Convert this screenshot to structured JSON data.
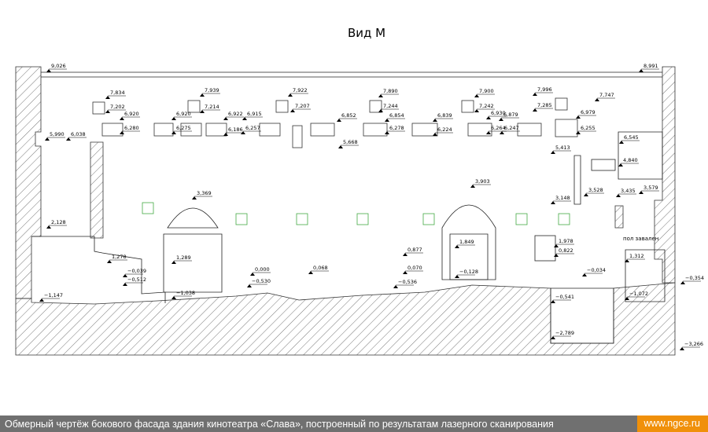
{
  "title": "Вид М",
  "marks": [
    {
      "t": "9,026"
    },
    {
      "t": "8,991"
    },
    {
      "t": "7,834"
    },
    {
      "t": "7,202"
    },
    {
      "t": "6,920"
    },
    {
      "t": "6,280"
    },
    {
      "t": "7,939"
    },
    {
      "t": "7,214"
    },
    {
      "t": "6,920"
    },
    {
      "t": "6,275"
    },
    {
      "t": "6,922"
    },
    {
      "t": "6,186"
    },
    {
      "t": "6,915"
    },
    {
      "t": "6,257"
    },
    {
      "t": "7,922"
    },
    {
      "t": "7,207"
    },
    {
      "t": "6,852"
    },
    {
      "t": "5,668"
    },
    {
      "t": "7,890"
    },
    {
      "t": "7,244"
    },
    {
      "t": "6,854"
    },
    {
      "t": "6,278"
    },
    {
      "t": "6,839"
    },
    {
      "t": "6,224"
    },
    {
      "t": "7,900"
    },
    {
      "t": "7,242"
    },
    {
      "t": "6,930"
    },
    {
      "t": "6,264"
    },
    {
      "t": "6,879"
    },
    {
      "t": "6,247"
    },
    {
      "t": "7,996"
    },
    {
      "t": "7,285"
    },
    {
      "t": "6,979"
    },
    {
      "t": "6,255"
    },
    {
      "t": "7,747"
    },
    {
      "t": "5,990"
    },
    {
      "t": "6,038"
    },
    {
      "t": "6,545"
    },
    {
      "t": "4,840"
    },
    {
      "t": "5,413"
    },
    {
      "t": "3,528"
    },
    {
      "t": "3,148"
    },
    {
      "t": "3,435"
    },
    {
      "t": "3,579"
    },
    {
      "t": "3,369"
    },
    {
      "t": "3,903"
    },
    {
      "t": "2,128"
    },
    {
      "t": "1,278"
    },
    {
      "t": "−0,039"
    },
    {
      "t": "−0,512"
    },
    {
      "t": "−1,147"
    },
    {
      "t": "1,289"
    },
    {
      "t": "−1,038"
    },
    {
      "t": "0,000"
    },
    {
      "t": "−0,530"
    },
    {
      "t": "0,068"
    },
    {
      "t": "0,877"
    },
    {
      "t": "0,070"
    },
    {
      "t": "−0,536"
    },
    {
      "t": "1,849"
    },
    {
      "t": "−0,128"
    },
    {
      "t": "1,978"
    },
    {
      "t": "0,822"
    },
    {
      "t": "−0,034"
    },
    {
      "t": "1,312"
    },
    {
      "t": "−1,072"
    },
    {
      "t": "−0,541"
    },
    {
      "t": "−2,789"
    },
    {
      "t": "−0,354"
    },
    {
      "t": "−3,266"
    }
  ],
  "note_floor": "пол завален",
  "footer": {
    "caption": "Обмерный чертёж бокового фасада здания кинотеатра «Слава», построенный по результатам лазерного сканирования",
    "site": "www.ngce.ru"
  }
}
